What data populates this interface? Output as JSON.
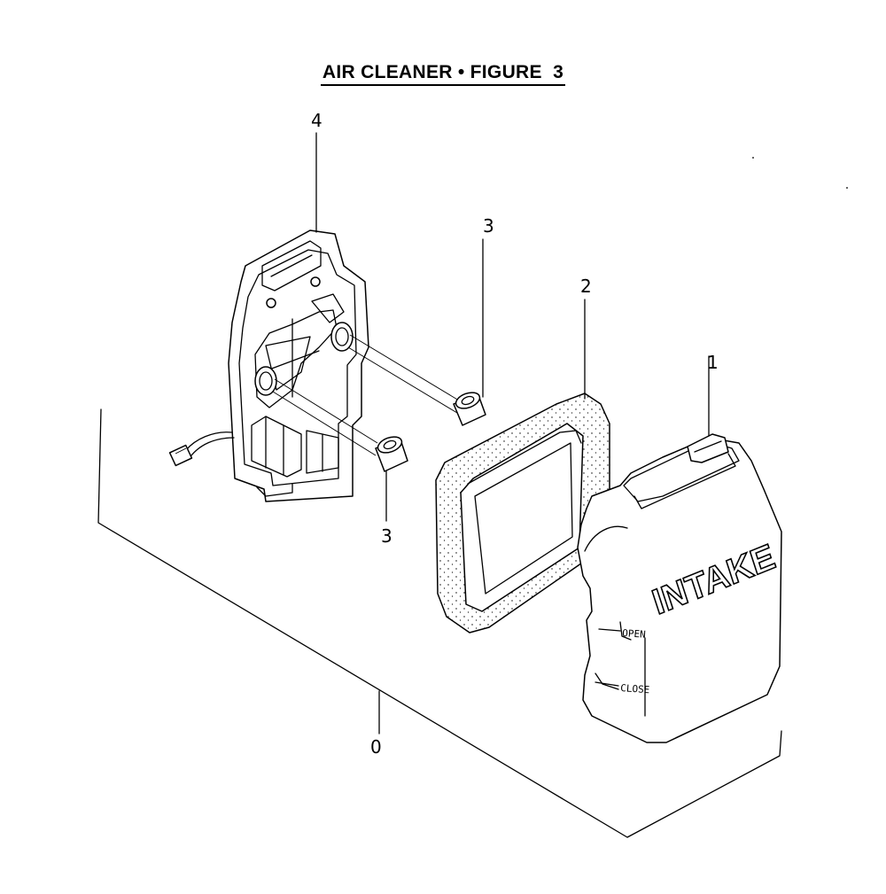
{
  "title": {
    "air_cleaner": "AIR CLEANER",
    "separator": "•",
    "figure": "FIGURE",
    "figure_number": "3"
  },
  "callouts": {
    "part_0": "0",
    "part_1": "1",
    "part_2": "2",
    "part_3_upper": "3",
    "part_3_lower": "3",
    "part_4": "4"
  },
  "cover_markings": {
    "intake": "INTAKE",
    "open": "OPEN",
    "close": "CLOSE"
  }
}
